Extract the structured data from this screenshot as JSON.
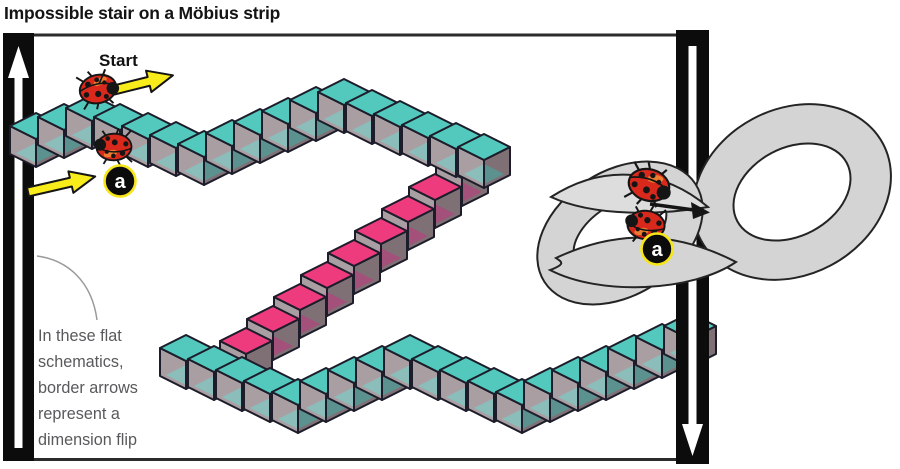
{
  "title": "Impossible stair on a Möbius strip",
  "stair": {
    "start_label": "Start",
    "marker_label": "a"
  },
  "mobius": {
    "marker_label": "a"
  },
  "note": {
    "lines": [
      "In these flat",
      "schematics,",
      "border arrows",
      "represent a",
      "dimension flip"
    ]
  },
  "colors": {
    "cube_top_teal": "#53c9be",
    "cube_top_pink": "#ee3b7d",
    "cube_interior": "#6e5f61",
    "arrow_yellow": "#f8ec1a",
    "ladybug_red": "#d9291d",
    "marker_ring_yellow": "#f5e61a",
    "marker_fill": "#0b0b0b",
    "frame_black": "#0c0c0c",
    "note_gray": "#58595b",
    "strip_gray": "#d4d4d4"
  },
  "icons": {
    "left_border": "up-arrow-icon",
    "right_border": "down-arrow-icon",
    "strip_direction": "right-arrow-icon",
    "stair_direction": "up-right-yellow-arrow-icon",
    "creature": "ladybug-icon",
    "surface": "mobius-strip-icon"
  }
}
